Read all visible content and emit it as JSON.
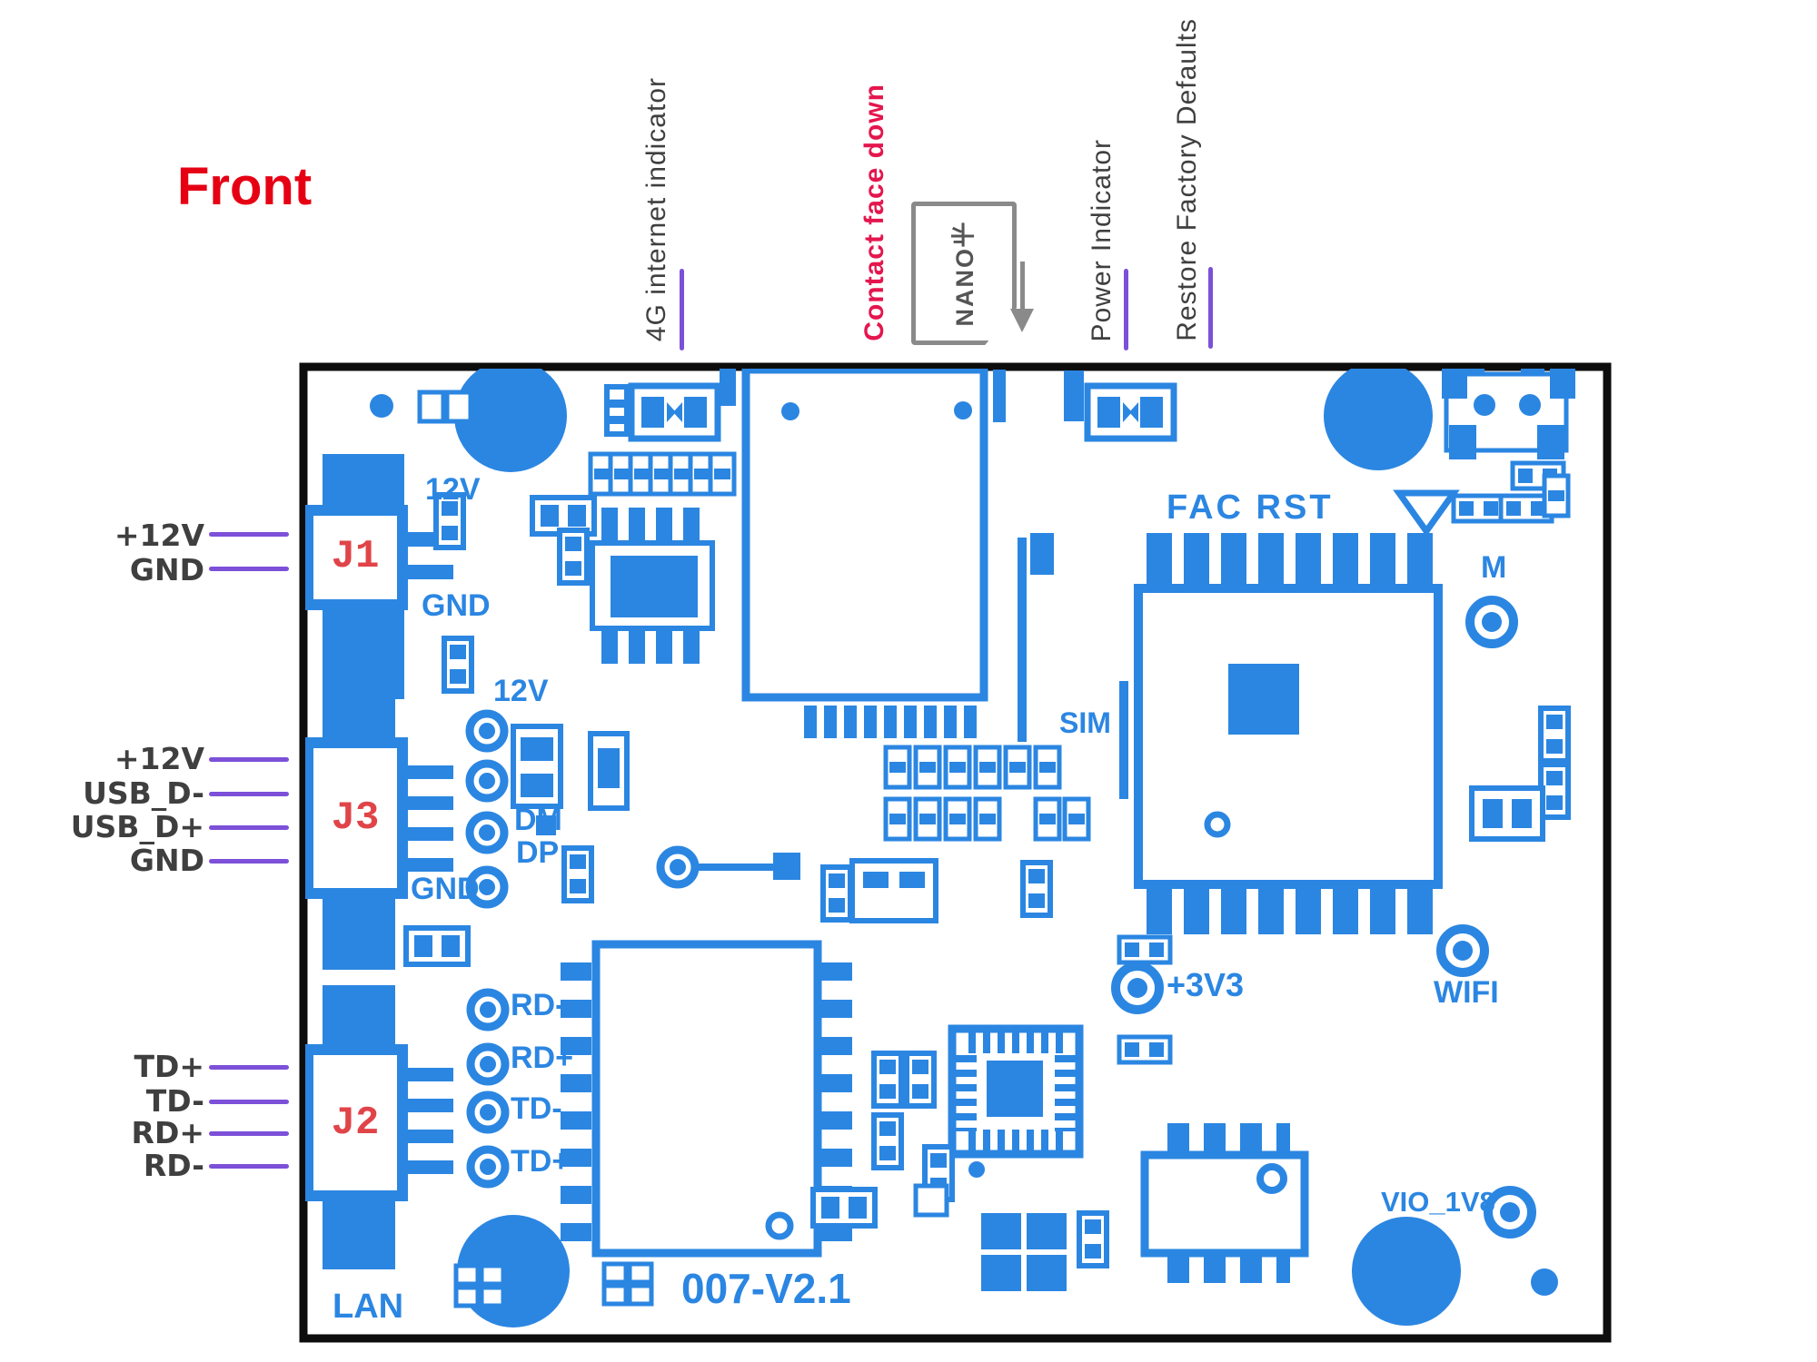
{
  "title": "Front",
  "colors": {
    "board_silk_blue": "#2b86e2",
    "connector_label_red": "#e04449",
    "title_red": "#e60014",
    "annotation_highlight_red": "#e4164e",
    "annotation_gray": "#3f3f3f",
    "pointer_purple": "#7c50d8",
    "sim_icon_gray": "#8a8a8a",
    "board_border": "#0d0d0d"
  },
  "top_annotations": {
    "internet_4g": "4G internet indicator",
    "contact_face_down": "Contact face down",
    "power_indicator": "Power Indicator",
    "restore_defaults": "Restore Factory Defaults"
  },
  "sim_card": {
    "label": "NANO卡"
  },
  "left_pins": {
    "j1": [
      "+12V",
      "GND"
    ],
    "j3": [
      "+12V",
      "USB_D-",
      "USB_D+",
      "GND"
    ],
    "j2": [
      "TD+",
      "TD-",
      "RD+",
      "RD-"
    ]
  },
  "connectors": {
    "j1": "J1",
    "j3": "J3",
    "j2": "J2"
  },
  "board_labels": {
    "j1_12v": "12V",
    "j1_gnd": "GND",
    "j3_12v": "12V",
    "dm": "DM",
    "dp": "DP",
    "j3_gnd": "GND",
    "rd_minus": "RD-",
    "rd_plus": "RD+",
    "td_minus": "TD-",
    "td_plus": "TD+",
    "lan": "LAN",
    "sim": "SIM",
    "fac_rst": "FAC RST",
    "m": "M",
    "p3v3": "+3V3",
    "wifi": "WIFI",
    "vio_1v8": "VIO_1V8",
    "version": "007-V2.1"
  }
}
